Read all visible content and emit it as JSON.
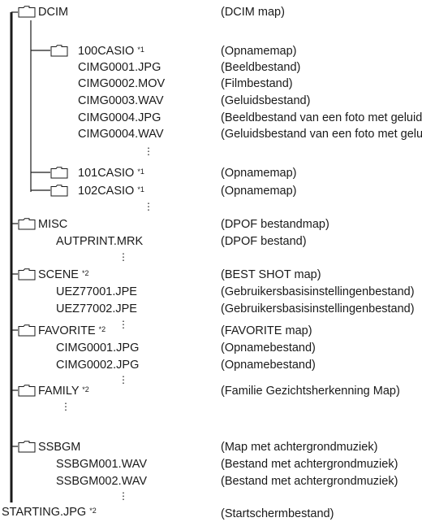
{
  "folders": [
    {
      "key": "dcim",
      "name": "DCIM",
      "desc": "(DCIM map)"
    },
    {
      "key": "100casio",
      "name": "100CASIO",
      "note": "*1",
      "desc": "(Opnamemap)"
    },
    {
      "key": "101casio",
      "name": "101CASIO",
      "note": "*1",
      "desc": "(Opnamemap)"
    },
    {
      "key": "102casio",
      "name": "102CASIO",
      "note": "*1",
      "desc": "(Opnamemap)"
    },
    {
      "key": "misc",
      "name": "MISC",
      "desc": "(DPOF bestandmap)"
    },
    {
      "key": "scene",
      "name": "SCENE",
      "note": "*2",
      "desc": "(BEST SHOT map)"
    },
    {
      "key": "favorite",
      "name": "FAVORITE",
      "note": "*2",
      "desc": "(FAVORITE map)"
    },
    {
      "key": "family",
      "name": "FAMILY",
      "note": "*2",
      "desc": "(Familie Gezichtsherkenning Map)"
    },
    {
      "key": "ssbgm",
      "name": "SSBGM",
      "desc": "(Map met achtergrondmuziek)"
    }
  ],
  "files": [
    {
      "name": "CIMG0001.JPG",
      "desc": "(Beeldbestand)"
    },
    {
      "name": "CIMG0002.MOV",
      "desc": "(Filmbestand)"
    },
    {
      "name": "CIMG0003.WAV",
      "desc": "(Geluidsbestand)"
    },
    {
      "name": "CIMG0004.JPG",
      "desc": "(Beeldbestand van een foto met geluid)"
    },
    {
      "name": "CIMG0004.WAV",
      "desc": "(Geluidsbestand van een foto met geluid)"
    },
    {
      "name": "AUTPRINT.MRK",
      "desc": "(DPOF bestand)"
    },
    {
      "name": "UEZ77001.JPE",
      "desc": "(Gebruikersbasisinstellingenbestand)"
    },
    {
      "name": "UEZ77002.JPE",
      "desc": "(Gebruikersbasisinstellingenbestand)"
    },
    {
      "name": "CIMG0001.JPG",
      "desc": "(Opnamebestand)"
    },
    {
      "name": "CIMG0002.JPG",
      "desc": "(Opnamebestand)"
    },
    {
      "name": "SSBGM001.WAV",
      "desc": "(Bestand met achtergrondmuziek)"
    },
    {
      "name": "SSBGM002.WAV",
      "desc": "(Bestand met achtergrondmuziek)"
    }
  ],
  "root_file": {
    "name": "STARTING.JPG",
    "note": "*2",
    "desc": "(Startschermbestand)"
  },
  "ellipsis": "⋮"
}
